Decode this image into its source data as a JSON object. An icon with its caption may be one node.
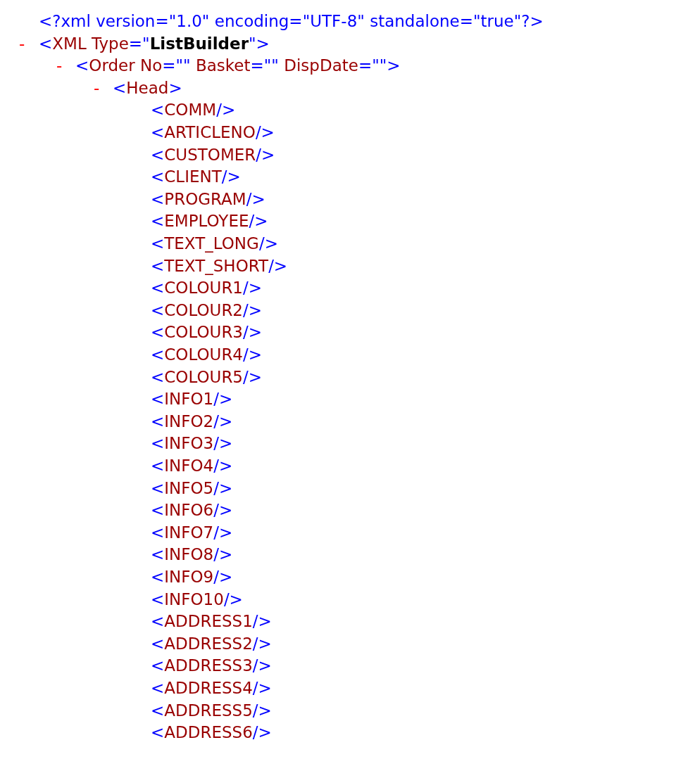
{
  "diagram": {
    "labels": [
      "<?xml version=\"1.0\" encoding=\"UTF-8\" standalone=\"true\"?>",
      "-",
      "<XML Type=\"**ListBuilder**\">",
      "-",
      "<Order No=\"\" Basket=\"\" DispDate=\"\">",
      "-",
      "<Head>",
      "<COMM/>",
      "<ARTICLENO/>",
      "<CUSTOMER/>",
      "<CLIENT/>",
      "<PROGRAM/>",
      "<EMPLOYEE/>",
      "<TEXT_LONG/>",
      "<TEXT_SHORT/>",
      "<COLOUR1/>",
      "<COLOUR2/>",
      "<COLOUR3/>",
      "<COLOUR4/>",
      "<COLOUR5/>",
      "<INFO1/>",
      "<INFO2/>",
      "<INFO3/>",
      "<INFO4/>",
      "<INFO5/>",
      "<INFO6/>",
      "<INFO7/>",
      "<INFO8/>",
      "<INFO9/>",
      "<INFO10/>",
      "<ADDRESS1/>",
      "<ADDRESS2/>",
      "<ADDRESS3/>",
      "<ADDRESS4/>",
      "<ADDRESS5/>",
      "<ADDRESS6/>"
    ]
  }
}
